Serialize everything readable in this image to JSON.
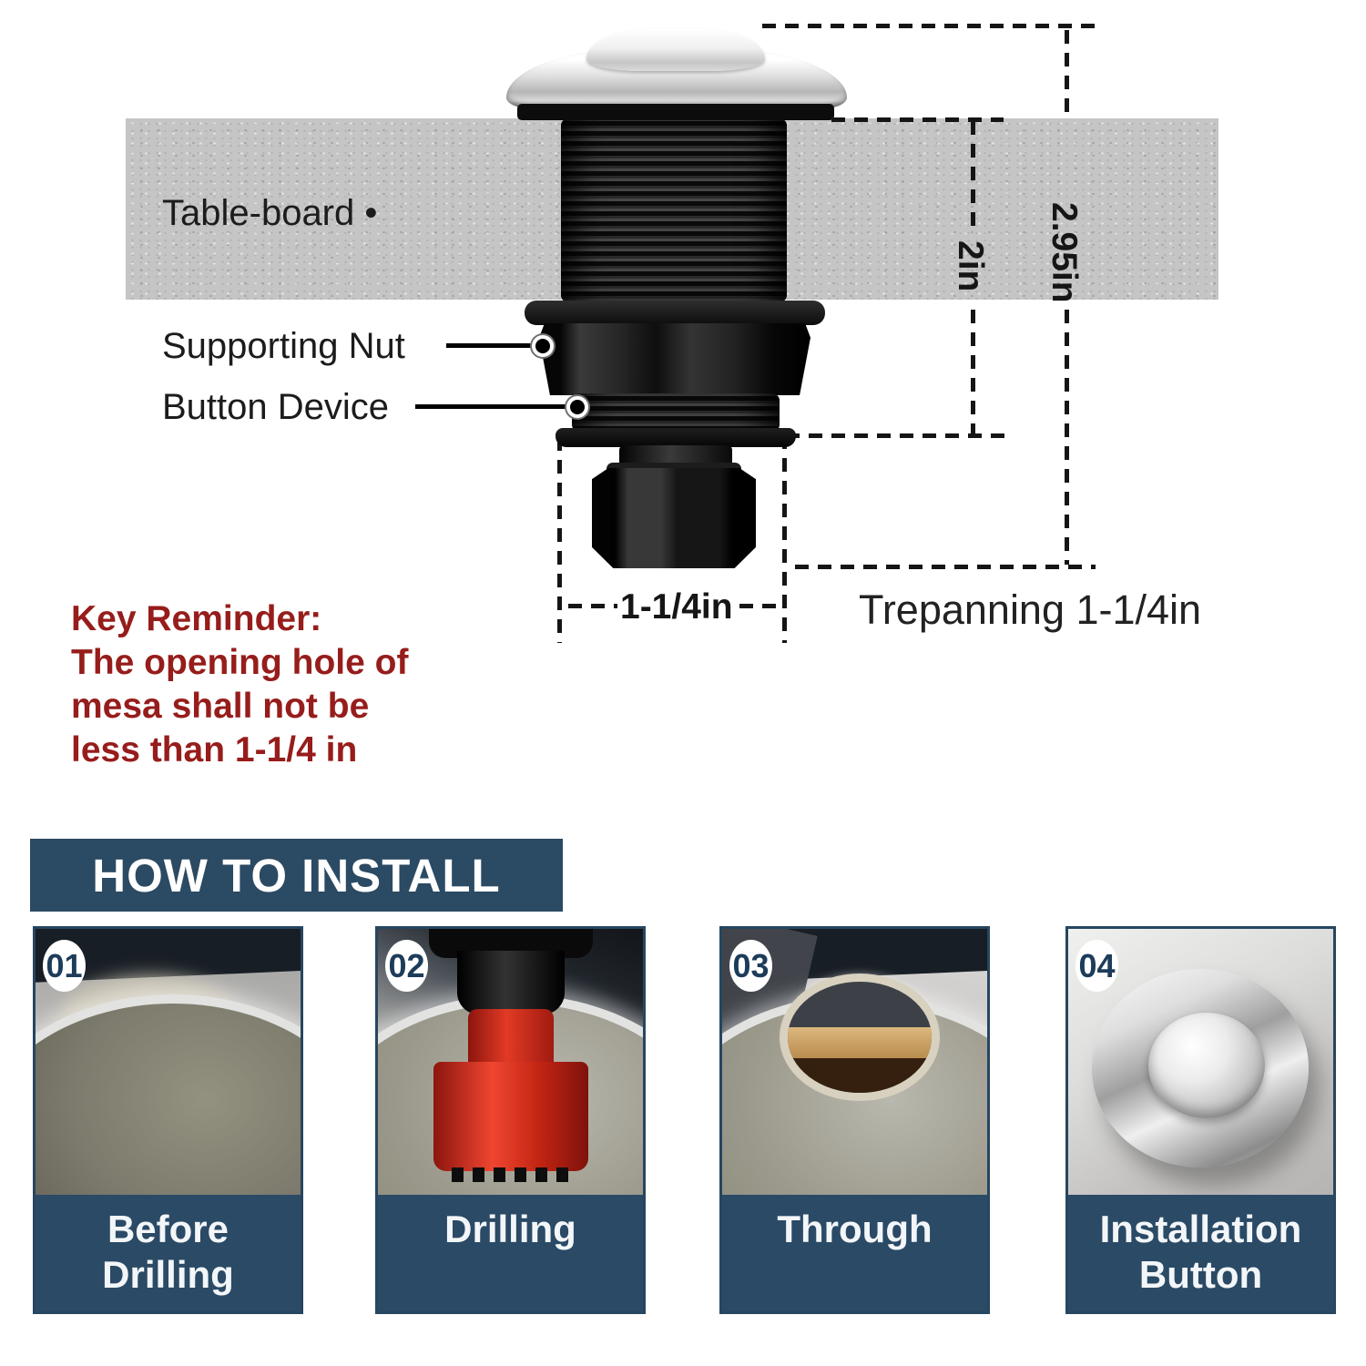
{
  "colors": {
    "header_navy": "#2b4a63",
    "caption_navy": "#2a4a66",
    "badge_text_navy": "#1d3c5a",
    "reminder_red": "#961d1b",
    "board_gray": "#c5c5c5",
    "dash_black": "#151515",
    "saw_red": "#d22f1d"
  },
  "diagram": {
    "table_board_label": "Table-board •",
    "supporting_nut_label": "Supporting Nut",
    "button_device_label": "Button Device",
    "dim_depth_nut": "2in",
    "dim_depth_total": "2.95in",
    "dim_width": "1-1/4in",
    "trepanning_label": "Trepanning 1-1/4in",
    "reminder_lines": [
      "Key Reminder:",
      "The opening hole of",
      "mesa shall not be",
      "less than 1-1/4 in"
    ]
  },
  "install": {
    "header": "HOW TO INSTALL",
    "steps": [
      {
        "num": "01",
        "caption_lines": [
          "Before",
          "Drilling"
        ]
      },
      {
        "num": "02",
        "caption_lines": [
          "Drilling"
        ]
      },
      {
        "num": "03",
        "caption_lines": [
          "Through"
        ]
      },
      {
        "num": "04",
        "caption_lines": [
          "Installation",
          "Button"
        ]
      }
    ]
  }
}
